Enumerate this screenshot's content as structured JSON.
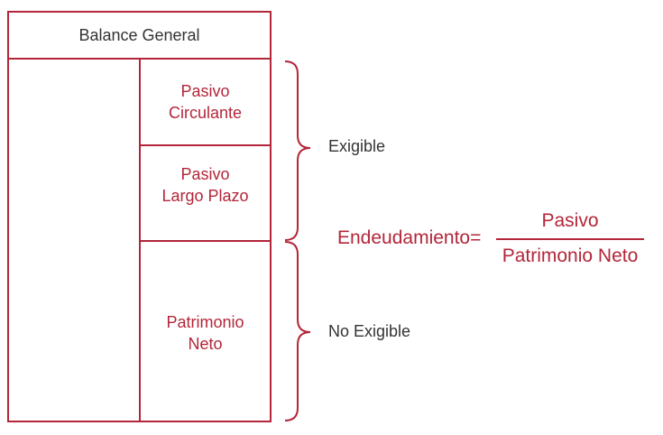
{
  "title": "Balance General",
  "cells": {
    "pasivo_circulante": [
      "Pasivo",
      "Circulante"
    ],
    "pasivo_largo_plazo": [
      "Pasivo",
      "Largo Plazo"
    ],
    "patrimonio_neto": [
      "Patrimonio",
      "Neto"
    ]
  },
  "braces": {
    "exigible": "Exigible",
    "no_exigible": "No Exigible"
  },
  "formula": {
    "lhs": "Endeudamiento=",
    "numerator": "Pasivo",
    "denominator": "Patrimonio Neto"
  },
  "colors": {
    "accent": "#b3263a",
    "text": "#333333"
  }
}
